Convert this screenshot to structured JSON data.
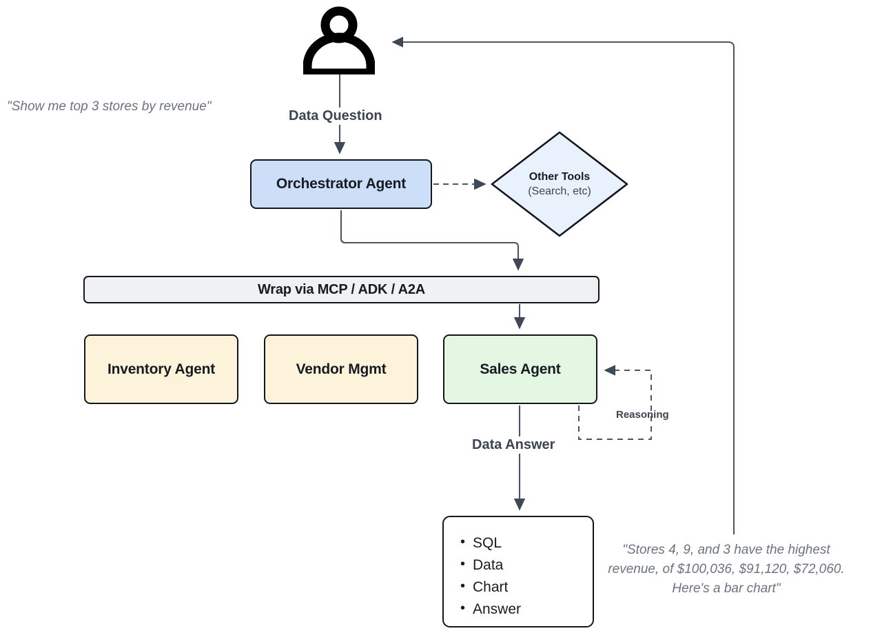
{
  "diagram": {
    "title": "Multi-agent data question orchestration flow",
    "actor": {
      "name": "user-person-icon",
      "icon": "person-icon"
    },
    "quotes": {
      "user_question": "\"Show me top 3 stores by revenue\"",
      "final_answer": "\"Stores 4, 9, and 3 have the highest revenue, of $100,036, $91,120, $72,060. Here's a bar chart\""
    },
    "nodes": {
      "orchestrator": {
        "label": "Orchestrator Agent",
        "fill": "#ccdef8"
      },
      "other_tools": {
        "line1": "Other Tools",
        "line2": "(Search, etc)",
        "fill": "#e9f1fd"
      },
      "mcp_bar": {
        "label": "Wrap via MCP / ADK / A2A",
        "fill": "#eff1f3"
      },
      "inventory": {
        "label": "Inventory Agent",
        "fill": "#fdf3da"
      },
      "vendor": {
        "label": "Vendor Mgmt",
        "fill": "#fdf3da"
      },
      "sales": {
        "label": "Sales Agent",
        "fill": "#e3f7e3"
      },
      "outputs": {
        "items": [
          "SQL",
          "Data",
          "Chart",
          "Answer"
        ],
        "fill": "#ffffff"
      }
    },
    "edge_labels": {
      "data_question": "Data Question",
      "data_answer": "Data Answer",
      "reasoning": "Reasoning"
    },
    "colors": {
      "stroke": "#12161c",
      "connector": "#4a5462",
      "text_muted": "#3d4451",
      "quote_text": "#6b7280"
    }
  }
}
